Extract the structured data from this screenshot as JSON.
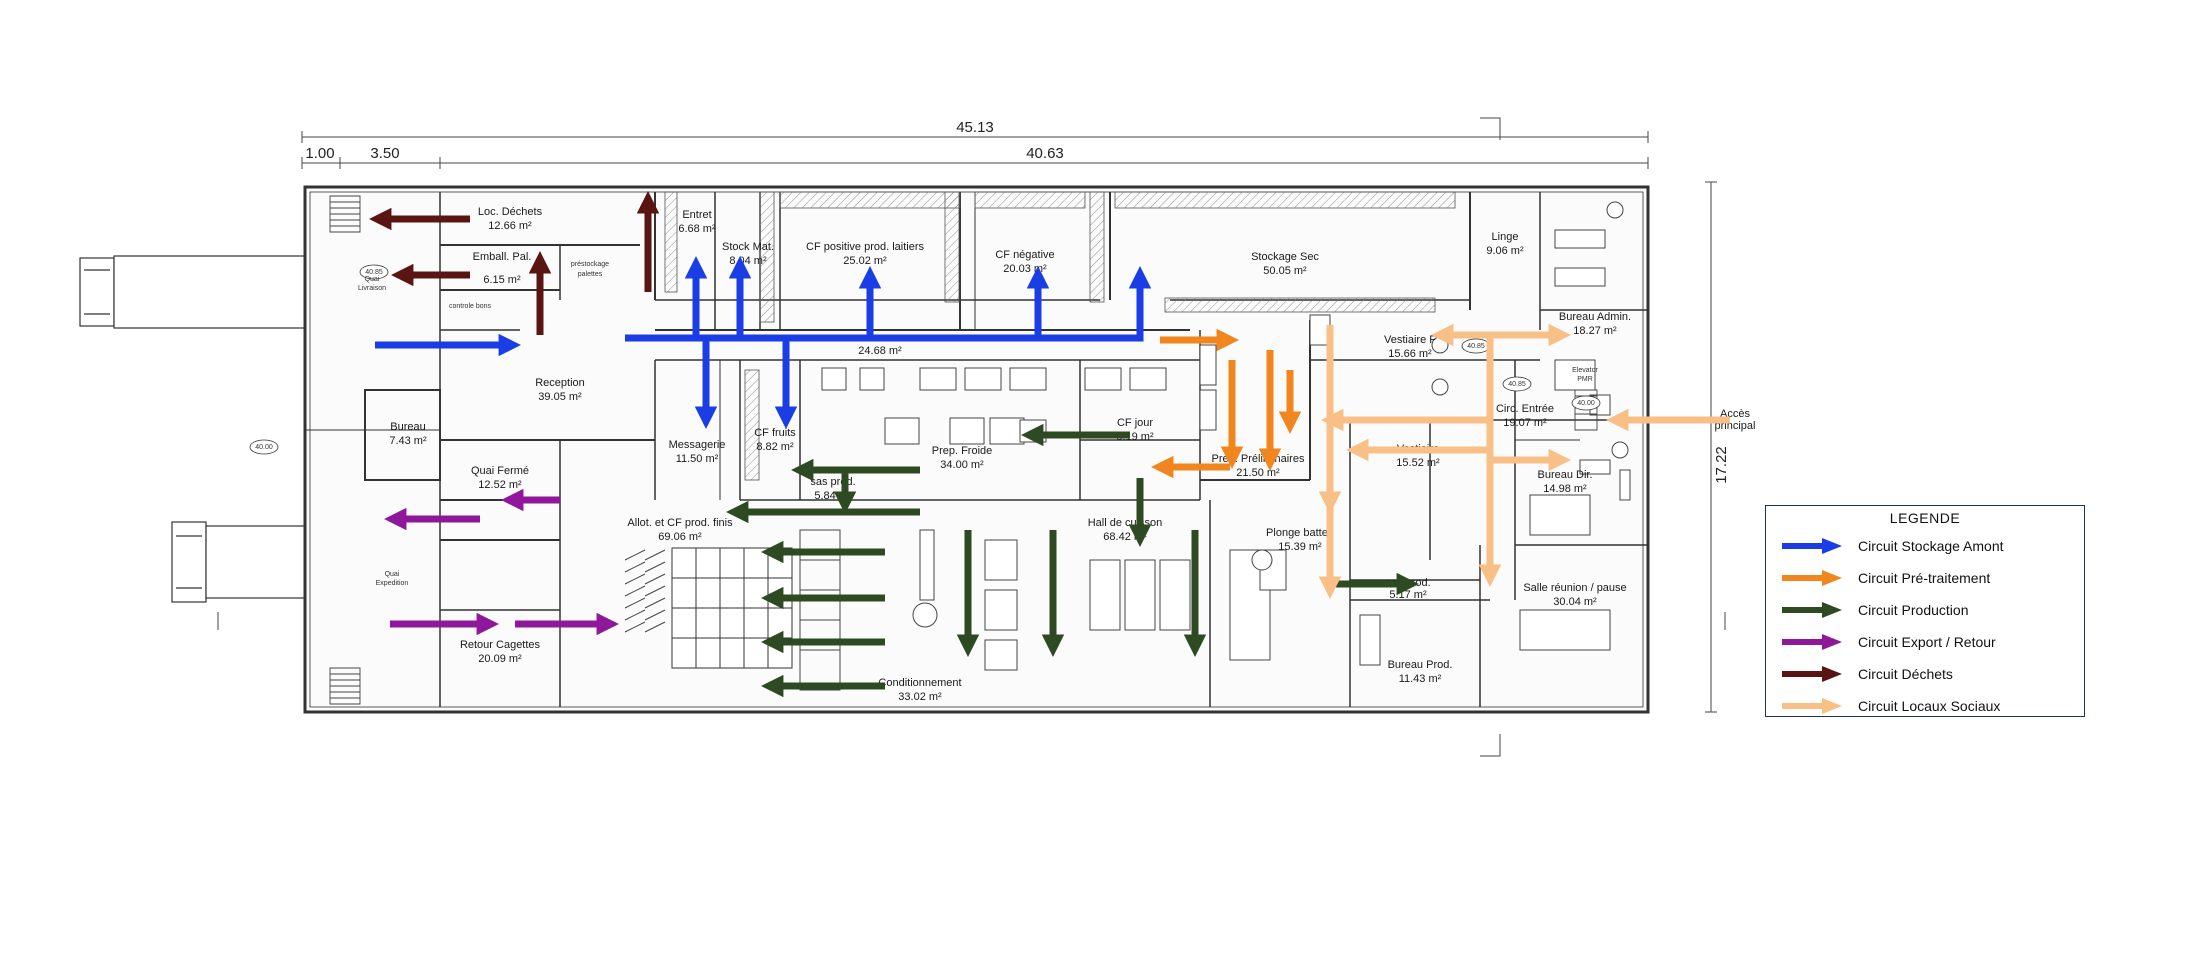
{
  "dimensions": {
    "total_width": "45.13",
    "inner_width": "40.63",
    "left_small": "1.00",
    "left_wide": "3.50",
    "height": "17.22"
  },
  "levels": [
    "40.85",
    "40.00",
    "40.85",
    "40.00",
    "40.85"
  ],
  "rooms": {
    "loc_dechets": {
      "name": "Loc. Déchets",
      "area": "12.66 m²"
    },
    "emball_pal": {
      "name": "Emball. Pal.",
      "area": "6.15 m²"
    },
    "prestockage": {
      "name": "préstockage",
      "name2": "palettes"
    },
    "quai_livraison": {
      "name": "Quai",
      "name2": "Livraison"
    },
    "controle_bons": {
      "name": "controle bons"
    },
    "reception": {
      "name": "Reception",
      "area": "39.05 m²"
    },
    "bureau": {
      "name": "Bureau",
      "area": "7.43 m²"
    },
    "quai_ferme": {
      "name": "Quai Fermé",
      "area": "12.52 m²"
    },
    "quai_expedition": {
      "name": "Quai",
      "name2": "Expedition"
    },
    "retour_cagettes": {
      "name": "Retour Cagettes",
      "area": "20.09 m²"
    },
    "entret": {
      "name": "Entret",
      "area": "6.68 m²"
    },
    "stock_mat": {
      "name": "Stock Mat.",
      "area": "8.04 m²"
    },
    "cf_laitiers": {
      "name": "CF positive prod. laitiers",
      "area": "25.02 m²"
    },
    "cf_negative": {
      "name": "CF négative",
      "area": "20.03 m²"
    },
    "stockage_sec": {
      "name": "Stockage Sec",
      "area": "50.05 m²"
    },
    "linge": {
      "name": "Linge",
      "area": "9.06 m²"
    },
    "bureau_admin": {
      "name": "Bureau Admin.",
      "area": "18.27 m²"
    },
    "circulation": {
      "area": "24.68 m²"
    },
    "messagerie": {
      "name": "Messagerie",
      "area": "11.50 m²"
    },
    "cf_fruits": {
      "name": "CF fruits",
      "area": "8.82 m²"
    },
    "prep_froide": {
      "name": "Prep. Froide",
      "area": "34.00 m²"
    },
    "cf_jour": {
      "name": "CF jour",
      "area": "5.19 m²"
    },
    "sas_prod": {
      "name": "sas prod.",
      "area": "5.84 m²"
    },
    "allot": {
      "name": "Allot. et CF prod. finis",
      "area": "69.06 m²"
    },
    "hall_cuisson": {
      "name": "Hall de cuisson",
      "area": "68.42 m²"
    },
    "prep_preliminaires": {
      "name": "Prep. Préliminaires",
      "area": "21.50 m²"
    },
    "vestiaire_f": {
      "name": "Vestiaire F",
      "area": "15.66 m²"
    },
    "vestiaire_h": {
      "name": "Vestiaire",
      "area": "15.52 m²"
    },
    "circ_entree": {
      "name": "Circ. Entrée",
      "area": "19.07 m²"
    },
    "bureau_dir": {
      "name": "Bureau Dir.",
      "area": "14.98 m²"
    },
    "plonge": {
      "name": "Plonge batter.",
      "area": "15.39 m²"
    },
    "sas_prod2": {
      "name": "sas prod.",
      "area": "5.17 m²"
    },
    "salle_reunion": {
      "name": "Salle réunion / pause",
      "area": "30.04 m²"
    },
    "bureau_prod": {
      "name": "Bureau Prod.",
      "area": "11.43 m²"
    },
    "conditionnement": {
      "name": "Conditionnement",
      "area": "33.02 m²"
    },
    "acces": {
      "name": "Accès",
      "name2": "principal"
    },
    "elevator": {
      "name": "Elevator",
      "name2": "PMR"
    }
  },
  "legend": {
    "title": "LEGENDE",
    "items": [
      {
        "label": "Circuit Stockage Amont",
        "color": "#1a3de6"
      },
      {
        "label": "Circuit Pré-traitement",
        "color": "#f2861e"
      },
      {
        "label": "Circuit Production",
        "color": "#2d4a22"
      },
      {
        "label": "Circuit Export / Retour",
        "color": "#8e179a"
      },
      {
        "label": "Circuit Déchets",
        "color": "#5a1412"
      },
      {
        "label": "Circuit Locaux Sociaux",
        "color": "#f8bf86"
      }
    ]
  },
  "colors": {
    "stockage": "#1a3de6",
    "pretraitement": "#f2861e",
    "production": "#2d4a22",
    "export": "#8e179a",
    "dechets": "#5a1412",
    "sociaux": "#f8bf86"
  }
}
